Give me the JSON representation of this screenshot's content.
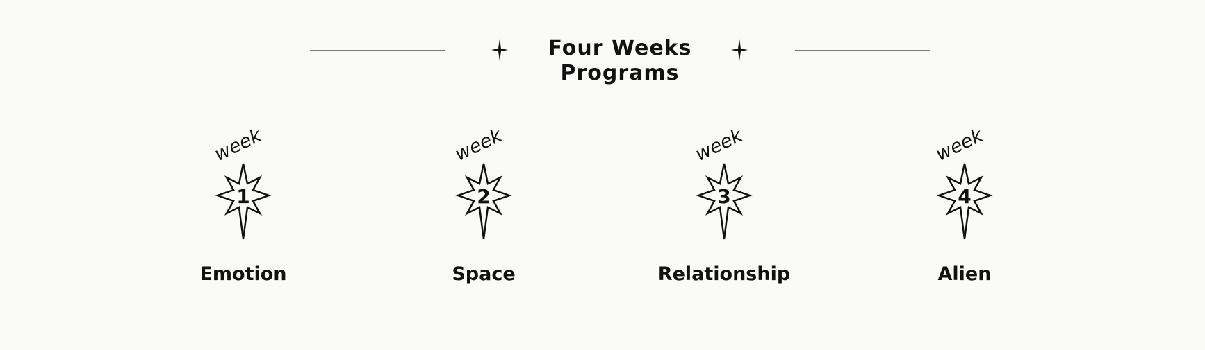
{
  "header": {
    "title_line1": "Four Weeks",
    "title_line2": "Programs"
  },
  "weeks": [
    {
      "prefix": "week",
      "number": "1",
      "name": "Emotion"
    },
    {
      "prefix": "week",
      "number": "2",
      "name": "Space"
    },
    {
      "prefix": "week",
      "number": "3",
      "name": "Relationship"
    },
    {
      "prefix": "week",
      "number": "4",
      "name": "Alien"
    }
  ],
  "icons": {
    "header_ornament": "four-point-sparkle-icon",
    "week_badge": "eight-point-star-icon"
  },
  "colors": {
    "background": "#fafaf9",
    "text": "#111111",
    "rule": "#777777"
  }
}
